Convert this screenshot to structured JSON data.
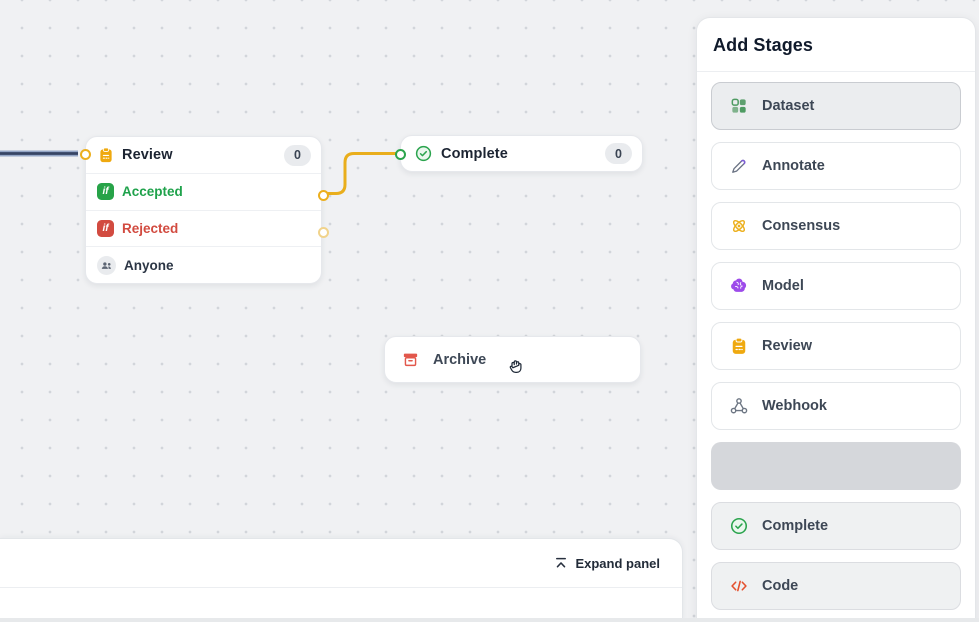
{
  "canvas": {
    "review_node": {
      "title": "Review",
      "count": "0",
      "branches": [
        {
          "condition": "if",
          "label": "Accepted",
          "color": "#1fa24b"
        },
        {
          "condition": "if",
          "label": "Rejected",
          "color": "#d24b40"
        }
      ],
      "assignee": {
        "label": "Anyone"
      }
    },
    "complete_node": {
      "title": "Complete",
      "count": "0"
    },
    "archive_node": {
      "title": "Archive"
    },
    "edge_colors": {
      "branch_link": "#e9ae1c",
      "input_link": "#364463",
      "input_link_halo": "#93a5c5"
    }
  },
  "sidebar": {
    "title": "Add Stages",
    "items": [
      {
        "label": "Dataset",
        "icon": "dataset-icon",
        "state": "hover"
      },
      {
        "label": "Annotate",
        "icon": "annotate-icon",
        "state": "default"
      },
      {
        "label": "Consensus",
        "icon": "consensus-icon",
        "state": "default"
      },
      {
        "label": "Model",
        "icon": "model-icon",
        "state": "default"
      },
      {
        "label": "Review",
        "icon": "review-icon",
        "state": "default"
      },
      {
        "label": "Webhook",
        "icon": "webhook-icon",
        "state": "default"
      },
      {
        "label": "",
        "icon": "",
        "state": "placeholder"
      },
      {
        "label": "Complete",
        "icon": "complete-icon",
        "state": "muted"
      },
      {
        "label": "Code",
        "icon": "code-icon",
        "state": "muted"
      }
    ]
  },
  "bottom_panel": {
    "expand_label": "Expand panel"
  }
}
